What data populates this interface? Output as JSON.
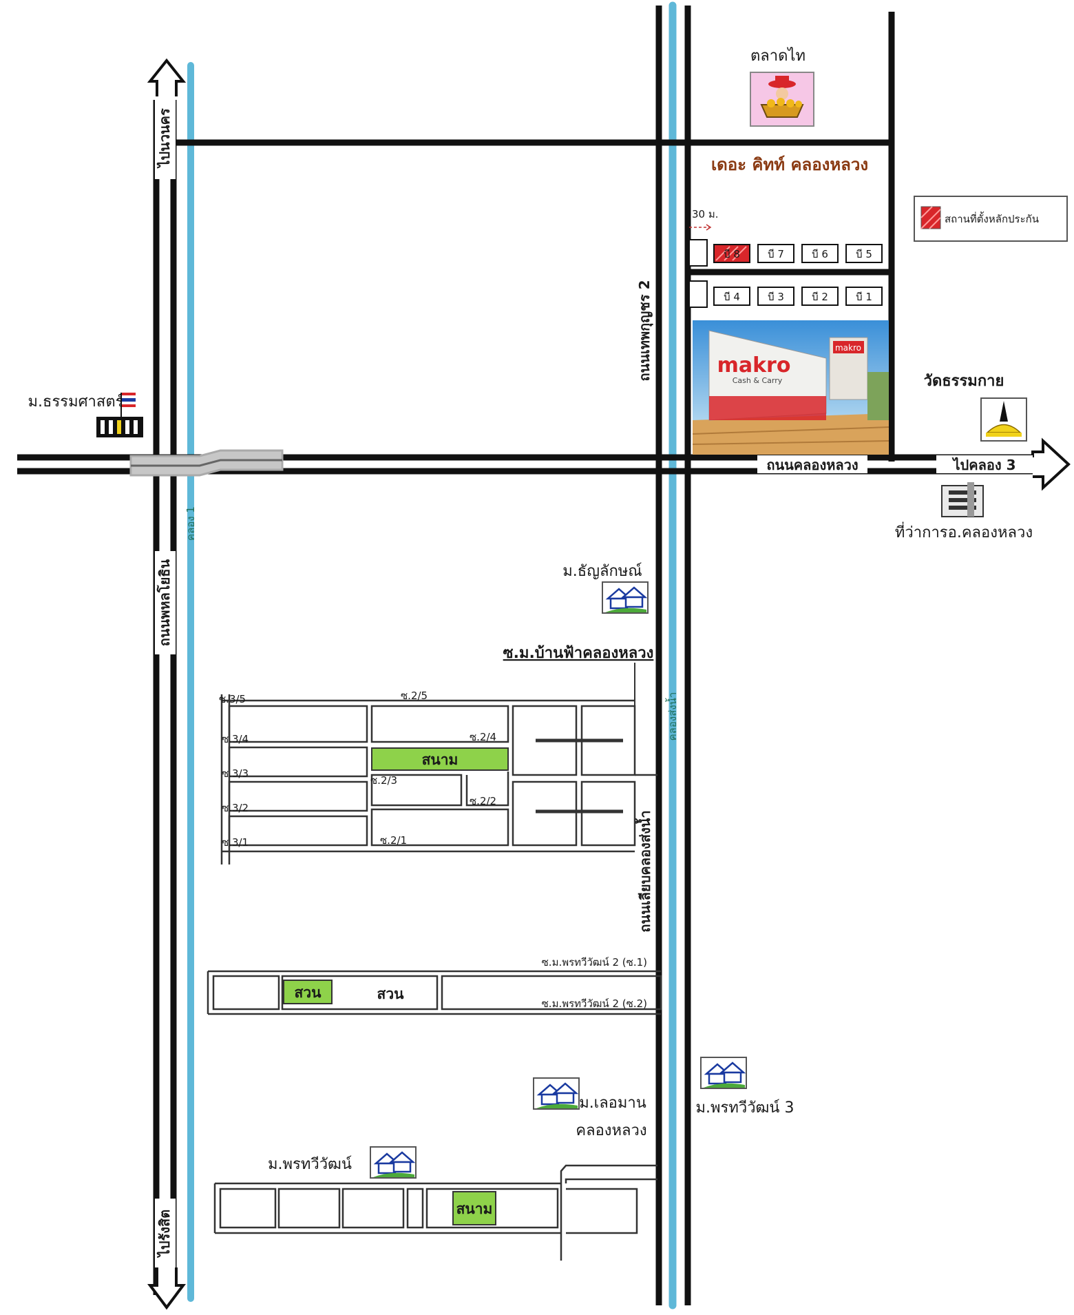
{
  "roads": {
    "phahon_yothin": "ถนนพหลโยธิน",
    "to_nawanakorn": "ไปนวนคร",
    "to_rangsit": "ไปรังสิต",
    "khlong_luang_road": "ถนนคลองหลวง",
    "to_khlong3": "ไปคลอง 3",
    "thepkunchorn2": "ถนนเทพกุญชร 2",
    "liab_khlong_song_nam": "ถนนเลียบคลองส่งน้ำ"
  },
  "canals": {
    "khlong1": "คลอง 1",
    "khlong_song_nam": "คลองส่งน้ำ"
  },
  "places": {
    "thai_market": "ตลาดไท",
    "the_kit": "เดอะ คิทท์ คลองหลวง",
    "thammasat": "ม.ธรรมศาสตร์",
    "wat_dhammakaya": "วัดธรรมกาย",
    "district_office": "ที่ว่าการอ.คลองหลวง",
    "thanyalak": "ม.ธัญลักษณ์",
    "ban_fah": "ซ.ม.บ้านฟ้าคลองหลวง",
    "lermaan_1": "ม.เลอมาน",
    "lermaan_2": "คลองหลวง",
    "phrueksawan3": "ม.พรทวีวัฒน์ 3",
    "phrueksawan": "ม.พรทวีวัฒน์",
    "soi_p2_1": "ซ.ม.พรทวีวัฒน์ 2 (ซ.1)",
    "soi_p2_2": "ซ.ม.พรทวีวัฒน์ 2 (ซ.2)"
  },
  "legend": {
    "label": "สถานที่ตั้งหลักประกัน",
    "color": "#d8262a"
  },
  "distance": "30 ม.",
  "buildings": {
    "top": [
      "บี 8",
      "บี 7",
      "บี 6",
      "บี 5"
    ],
    "bottom": [
      "บี 4",
      "บี 3",
      "บี 2",
      "บี 1"
    ]
  },
  "makro": {
    "logo": "makro",
    "sub": "Cash & Carry"
  },
  "sois": {
    "s35": "ซ.3/5",
    "s34": "ซ.3/4",
    "s33": "ซ.3/3",
    "s32": "ซ.3/2",
    "s31": "ซ.3/1",
    "s25": "ซ.2/5",
    "s24": "ซ.2/4",
    "s23": "ซ.2/3",
    "s22": "ซ.2/2",
    "s21": "ซ.2/1"
  },
  "green": {
    "field1": "สนาม",
    "garden1": "สวน",
    "garden_text": "สวน",
    "field2": "สนาม"
  },
  "colors": {
    "canal": "#5fb8d8",
    "road": "#111111",
    "green": "#8ed24a",
    "market_bg": "#f6c7e6"
  }
}
